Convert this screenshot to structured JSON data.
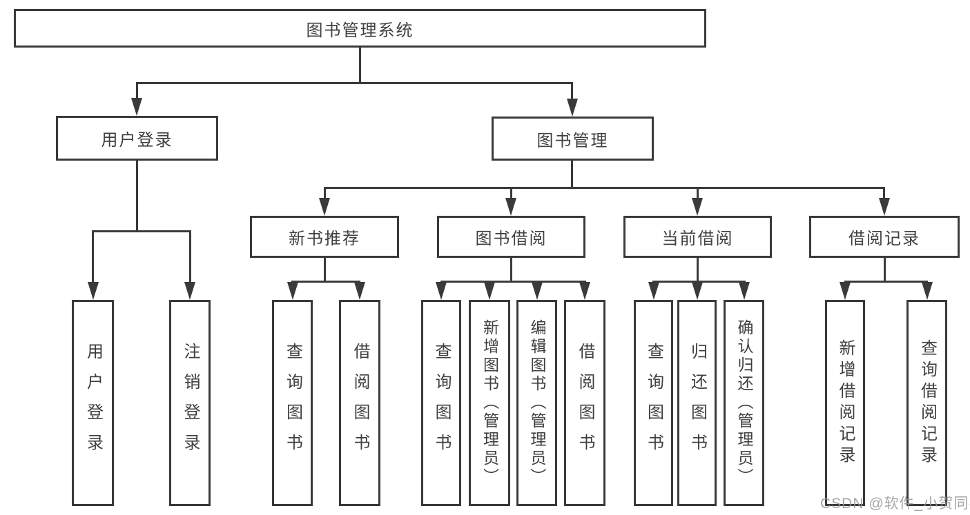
{
  "diagram_title": "图书管理系统",
  "colors": {
    "line": "#3a3a3a",
    "text": "#3f3f3f",
    "background": "#ffffff",
    "watermark": "#969696"
  },
  "nodes": {
    "root": {
      "label": "图书管理系统"
    },
    "user_login": {
      "label": "用户登录"
    },
    "book_mgmt": {
      "label": "图书管理"
    },
    "new_book_rec": {
      "label": "新书推荐"
    },
    "book_borrow": {
      "label": "图书借阅"
    },
    "current_borrow": {
      "label": "当前借阅"
    },
    "borrow_records": {
      "label": "借阅记录"
    },
    "leaf_user_login": {
      "label": "用户登录"
    },
    "leaf_logout": {
      "label": "注销登录"
    },
    "leaf_nbr_query": {
      "label": "查询图书"
    },
    "leaf_nbr_borrow": {
      "label": "借阅图书"
    },
    "leaf_bb_query": {
      "label": "查询图书"
    },
    "leaf_bb_add": {
      "label": "新增图书（管理员）"
    },
    "leaf_bb_edit": {
      "label": "编辑图书（管理员）"
    },
    "leaf_bb_borrow": {
      "label": "借阅图书"
    },
    "leaf_cb_query": {
      "label": "查询图书"
    },
    "leaf_cb_return": {
      "label": "归还图书"
    },
    "leaf_cb_confirm": {
      "label": "确认归还（管理员）"
    },
    "leaf_br_add": {
      "label": "新增借阅记录"
    },
    "leaf_br_query": {
      "label": "查询借阅记录"
    }
  },
  "tree": {
    "图书管理系统": {
      "用户登录": [
        "用户登录",
        "注销登录"
      ],
      "图书管理": {
        "新书推荐": [
          "查询图书",
          "借阅图书"
        ],
        "图书借阅": [
          "查询图书",
          "新增图书（管理员）",
          "编辑图书（管理员）",
          "借阅图书"
        ],
        "当前借阅": [
          "查询图书",
          "归还图书",
          "确认归还（管理员）"
        ],
        "借阅记录": [
          "新增借阅记录",
          "查询借阅记录"
        ]
      }
    }
  },
  "watermark": {
    "text": "CSDN @软件_小贺同学"
  }
}
